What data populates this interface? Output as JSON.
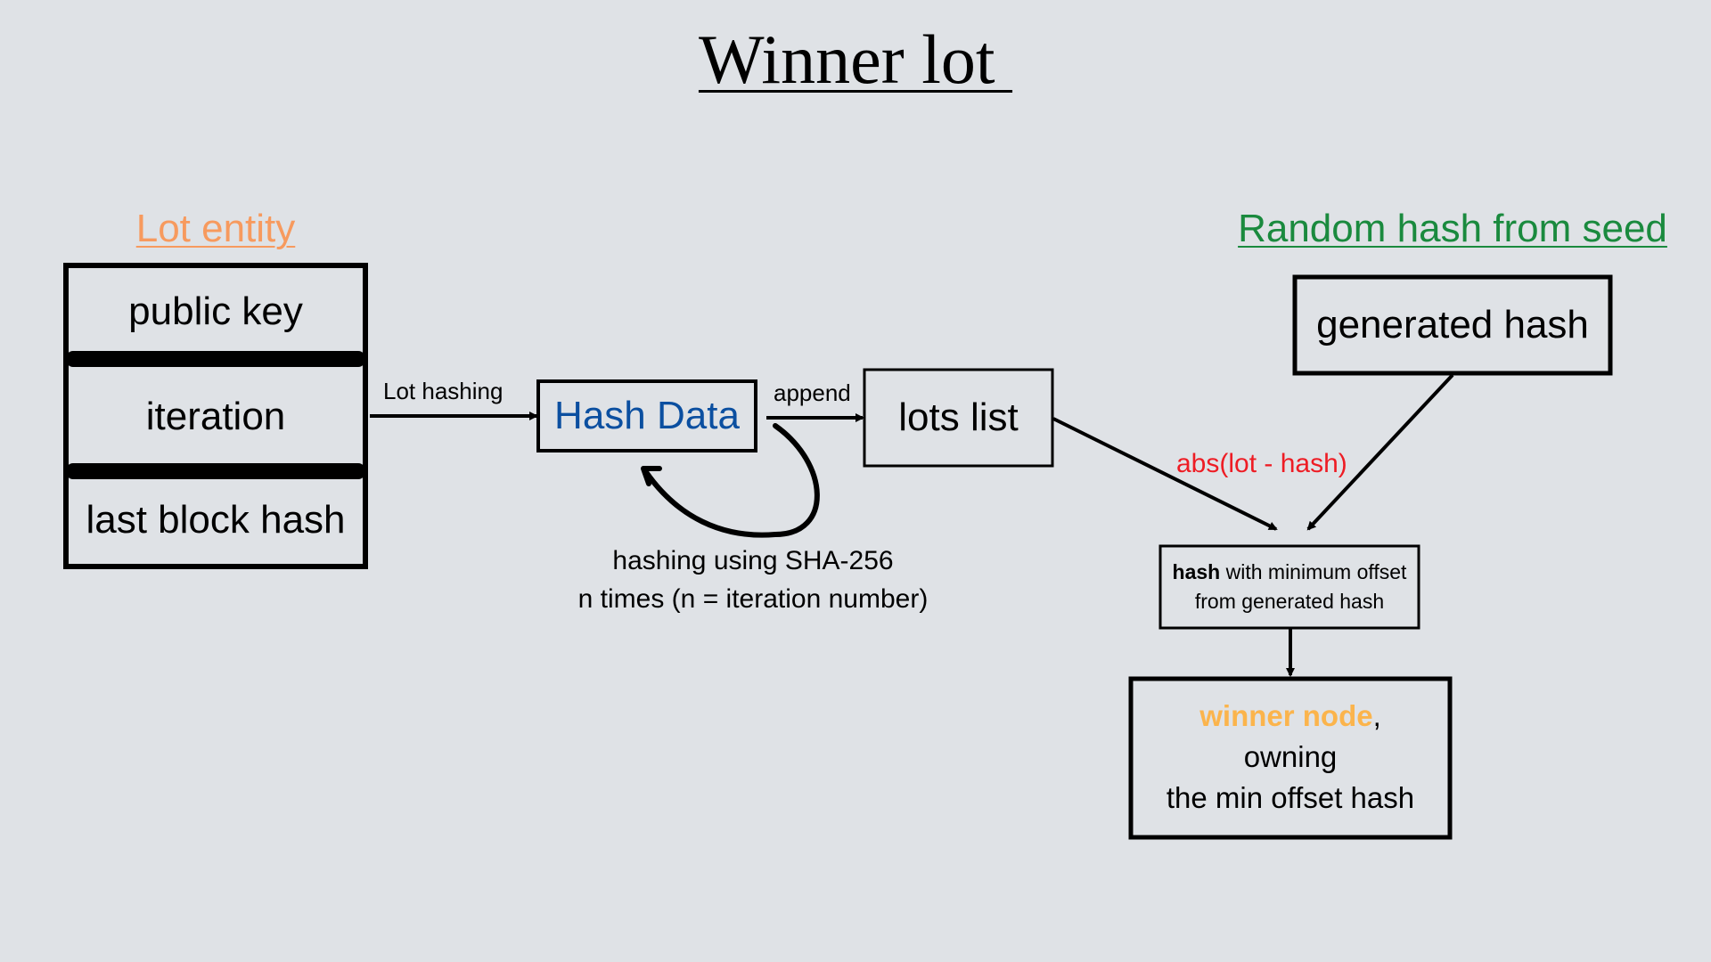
{
  "title": "Winner lot ",
  "lot_entity": {
    "heading": "Lot entity",
    "fields": [
      "public key",
      "iteration",
      "last block hash"
    ]
  },
  "random_hash": {
    "heading": "Random hash from seed",
    "box": "generated hash"
  },
  "hash_data": "Hash Data",
  "lots_list": "lots list",
  "edges": {
    "lot_hashing": "Lot hashing",
    "append": "append",
    "abs": "abs(lot - hash)"
  },
  "sha_note": {
    "line1": "hashing using SHA-256",
    "line2": "n times (n = iteration number)"
  },
  "min_offset": {
    "bold": "hash",
    "rest": " with minimum offset",
    "line2": "from generated hash"
  },
  "winner": {
    "highlight": "winner node",
    "comma": ",",
    "line2": "owning",
    "line3": "the min offset hash"
  },
  "colors": {
    "lot_entity_heading": "#f79a5e",
    "random_heading": "#1a8a3e",
    "hash_data_text": "#0b4fa0",
    "abs_label": "#ee1c24",
    "winner_highlight": "#fbb44c",
    "background": "#dfe2e6"
  }
}
